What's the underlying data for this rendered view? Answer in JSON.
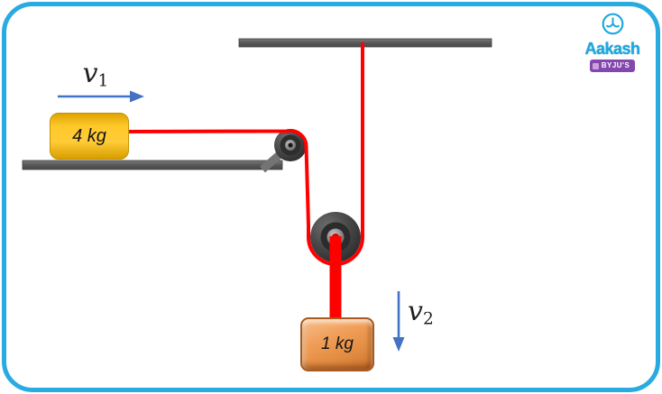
{
  "labels": {
    "v1": {
      "base": "v",
      "sub": "1"
    },
    "v2": {
      "base": "v",
      "sub": "2"
    },
    "top_block": "4 kg",
    "hanging_block": "1 kg"
  },
  "logo": {
    "brand": "Aakash",
    "sub_brand": "BYJU'S",
    "brand_color": "#1CA9E0",
    "badge_color": "#8347AD",
    "emblem": "aakash-emblem-icon"
  },
  "colors": {
    "frame_border": "#29ABE2",
    "rope": "#FF0000",
    "arrow": "#4472C4",
    "surface_gray": "#595959",
    "top_block_fill": "#FFC82E",
    "hanging_block_fill": "#ED9950"
  }
}
